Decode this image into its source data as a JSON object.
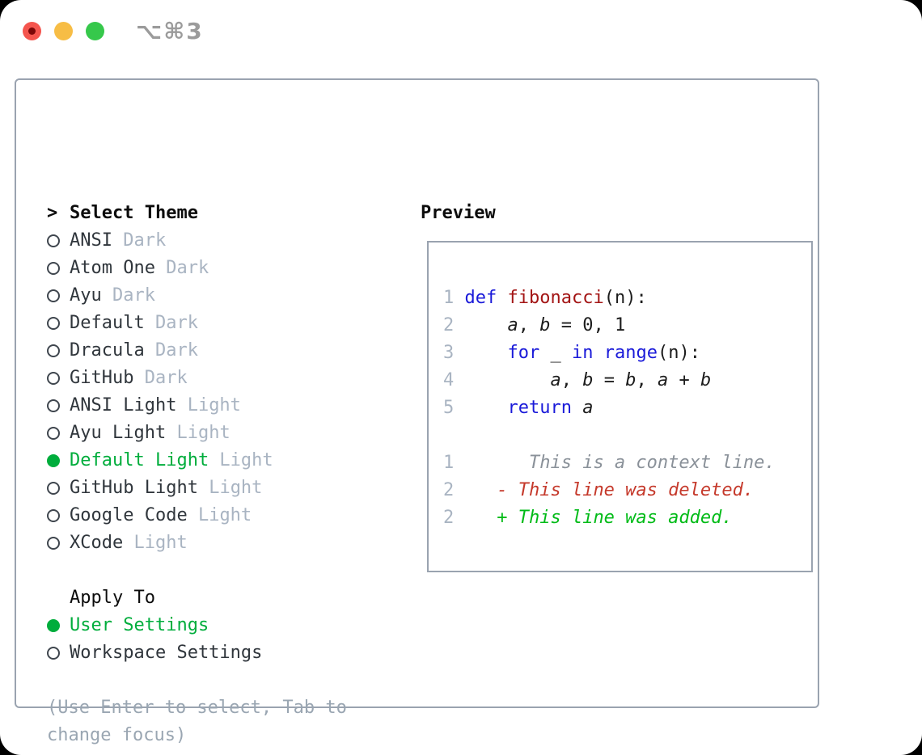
{
  "window": {
    "shortcut_label": "⌥⌘3",
    "traffic_lights": [
      "close",
      "minimize",
      "zoom"
    ]
  },
  "colors": {
    "selected_green": "#00ad3c",
    "added_green": "#00bb17",
    "deleted_red": "#c5392b",
    "keyword_blue": "#1a1ad9",
    "function_red": "#a31515",
    "context_gray": "#8a9199",
    "tag_gray": "#a9b4c2",
    "panel_border": "#9aa3b0"
  },
  "theme_list": {
    "title": "Select Theme",
    "focus_caret": ">",
    "items": [
      {
        "name": "ANSI",
        "tag": "Dark",
        "selected": false
      },
      {
        "name": "Atom One",
        "tag": "Dark",
        "selected": false
      },
      {
        "name": "Ayu",
        "tag": "Dark",
        "selected": false
      },
      {
        "name": "Default",
        "tag": "Dark",
        "selected": false
      },
      {
        "name": "Dracula",
        "tag": "Dark",
        "selected": false
      },
      {
        "name": "GitHub",
        "tag": "Dark",
        "selected": false
      },
      {
        "name": "ANSI Light",
        "tag": "Light",
        "selected": false
      },
      {
        "name": "Ayu Light",
        "tag": "Light",
        "selected": false
      },
      {
        "name": "Default Light",
        "tag": "Light",
        "selected": true
      },
      {
        "name": "GitHub Light",
        "tag": "Light",
        "selected": false
      },
      {
        "name": "Google Code",
        "tag": "Light",
        "selected": false
      },
      {
        "name": "XCode",
        "tag": "Light",
        "selected": false
      }
    ]
  },
  "apply_to": {
    "title": "Apply To",
    "options": [
      {
        "label": "User Settings",
        "selected": true
      },
      {
        "label": "Workspace Settings",
        "selected": false
      }
    ]
  },
  "help_text": "(Use Enter to select, Tab to change focus)",
  "preview": {
    "title": "Preview",
    "lines": [
      {
        "num": "1",
        "tokens": [
          {
            "t": "def",
            "c": "kw"
          },
          {
            "t": " ",
            "c": "plain"
          },
          {
            "t": "fibonacci",
            "c": "fn"
          },
          {
            "t": "(n):",
            "c": "plain"
          }
        ]
      },
      {
        "num": "2",
        "tokens": [
          {
            "t": "    ",
            "c": "plain"
          },
          {
            "t": "a",
            "c": "var"
          },
          {
            "t": ", ",
            "c": "plain"
          },
          {
            "t": "b",
            "c": "var"
          },
          {
            "t": " = 0, 1",
            "c": "plain"
          }
        ]
      },
      {
        "num": "3",
        "tokens": [
          {
            "t": "    ",
            "c": "plain"
          },
          {
            "t": "for",
            "c": "kw"
          },
          {
            "t": " _ ",
            "c": "plain"
          },
          {
            "t": "in",
            "c": "kw"
          },
          {
            "t": " ",
            "c": "plain"
          },
          {
            "t": "range",
            "c": "kw"
          },
          {
            "t": "(n):",
            "c": "plain"
          }
        ]
      },
      {
        "num": "4",
        "tokens": [
          {
            "t": "        ",
            "c": "plain"
          },
          {
            "t": "a",
            "c": "var"
          },
          {
            "t": ", ",
            "c": "plain"
          },
          {
            "t": "b",
            "c": "var"
          },
          {
            "t": " = ",
            "c": "plain"
          },
          {
            "t": "b",
            "c": "var"
          },
          {
            "t": ", ",
            "c": "plain"
          },
          {
            "t": "a",
            "c": "var"
          },
          {
            "t": " + ",
            "c": "plain"
          },
          {
            "t": "b",
            "c": "var"
          }
        ]
      },
      {
        "num": "5",
        "tokens": [
          {
            "t": "    ",
            "c": "plain"
          },
          {
            "t": "return",
            "c": "kw"
          },
          {
            "t": " ",
            "c": "plain"
          },
          {
            "t": "a",
            "c": "var"
          }
        ]
      },
      {
        "num": "",
        "tokens": []
      },
      {
        "num": "1",
        "tokens": [
          {
            "t": "      This is a context line.",
            "c": "ctx"
          }
        ]
      },
      {
        "num": "2",
        "tokens": [
          {
            "t": "   - This line was deleted.",
            "c": "del"
          }
        ]
      },
      {
        "num": "2",
        "tokens": [
          {
            "t": "   + This line was added.",
            "c": "add"
          }
        ]
      }
    ]
  }
}
